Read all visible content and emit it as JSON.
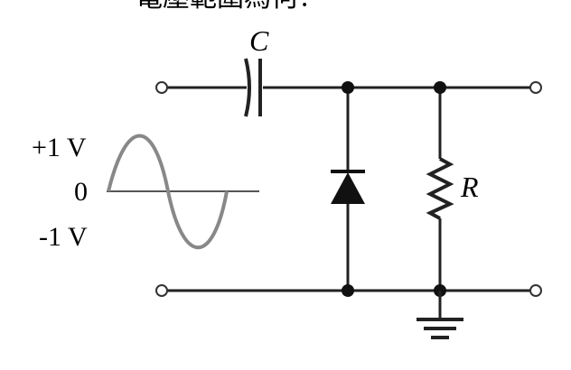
{
  "header": {
    "cropped_text": "電壓範圍為何？"
  },
  "diagram": {
    "capacitor_label": "C",
    "resistor_label": "R",
    "input_signal": {
      "max_label": "+1 V",
      "zero_label": "0",
      "min_label": "-1 V"
    }
  }
}
